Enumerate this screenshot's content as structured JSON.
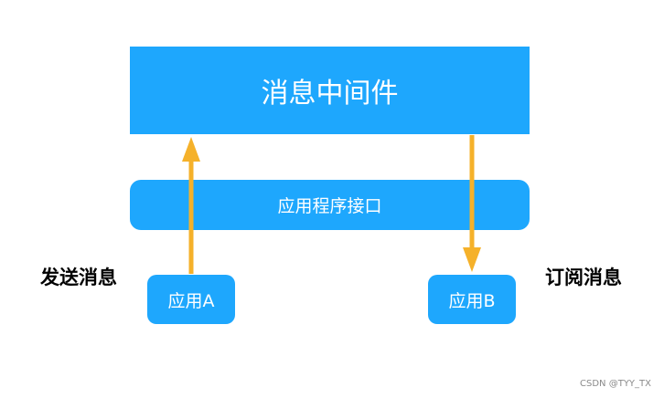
{
  "diagram": {
    "middleware_label": "消息中间件",
    "api_label": "应用程序接口",
    "app_a_label": "应用A",
    "app_b_label": "应用B",
    "send_label": "发送消息",
    "subscribe_label": "订阅消息",
    "watermark": "CSDN @TYY_TX"
  },
  "colors": {
    "box_fill": "#1ea7fd",
    "arrow": "#f5b12a",
    "text_on_box": "#ffffff"
  }
}
